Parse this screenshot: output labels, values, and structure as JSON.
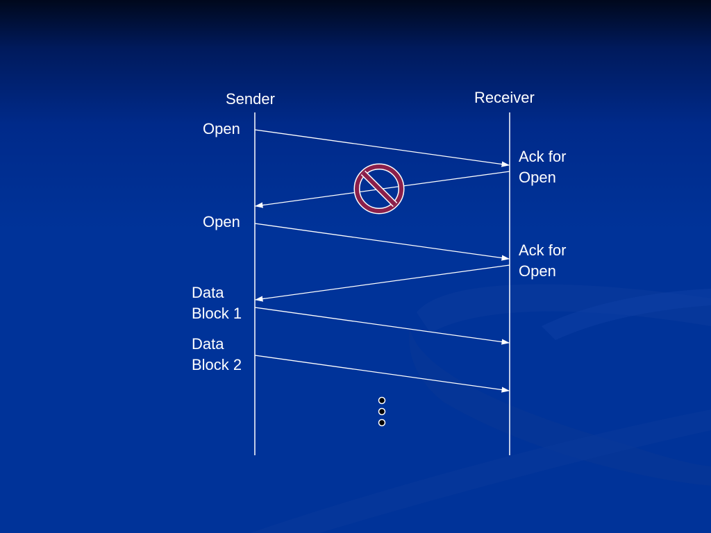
{
  "diagram": {
    "sender_label": "Sender",
    "receiver_label": "Receiver",
    "messages": [
      {
        "label": "Open",
        "direction": "to-receiver"
      },
      {
        "label": "Ack for\nOpen",
        "direction": "to-sender",
        "blocked": true
      },
      {
        "label": "Open",
        "direction": "to-receiver"
      },
      {
        "label": "Ack for\nOpen",
        "direction": "to-sender"
      },
      {
        "label": "Data\nBlock 1",
        "direction": "to-receiver"
      },
      {
        "label": "Data\nBlock 2",
        "direction": "to-receiver"
      }
    ],
    "continuation": "more-dots",
    "colors": {
      "background": "#003399",
      "line": "#ffffff",
      "blocked_symbol": "#8b1f4a"
    },
    "icons": [
      "no-entry-icon",
      "ellipsis-dots-icon"
    ]
  }
}
